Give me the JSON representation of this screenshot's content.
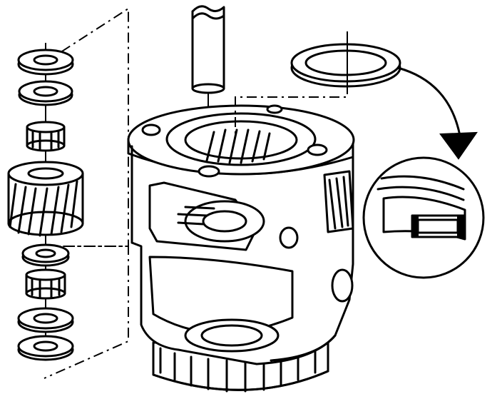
{
  "figure": {
    "components": [
      "thrust-washer",
      "thrust-washer",
      "needle-bearing",
      "pinion-gear",
      "thrust-washer",
      "needle-bearing",
      "thrust-washer",
      "thrust-washer",
      "pinion-shaft",
      "seal-ring",
      "differential-carrier",
      "seal-detail-callout"
    ]
  }
}
